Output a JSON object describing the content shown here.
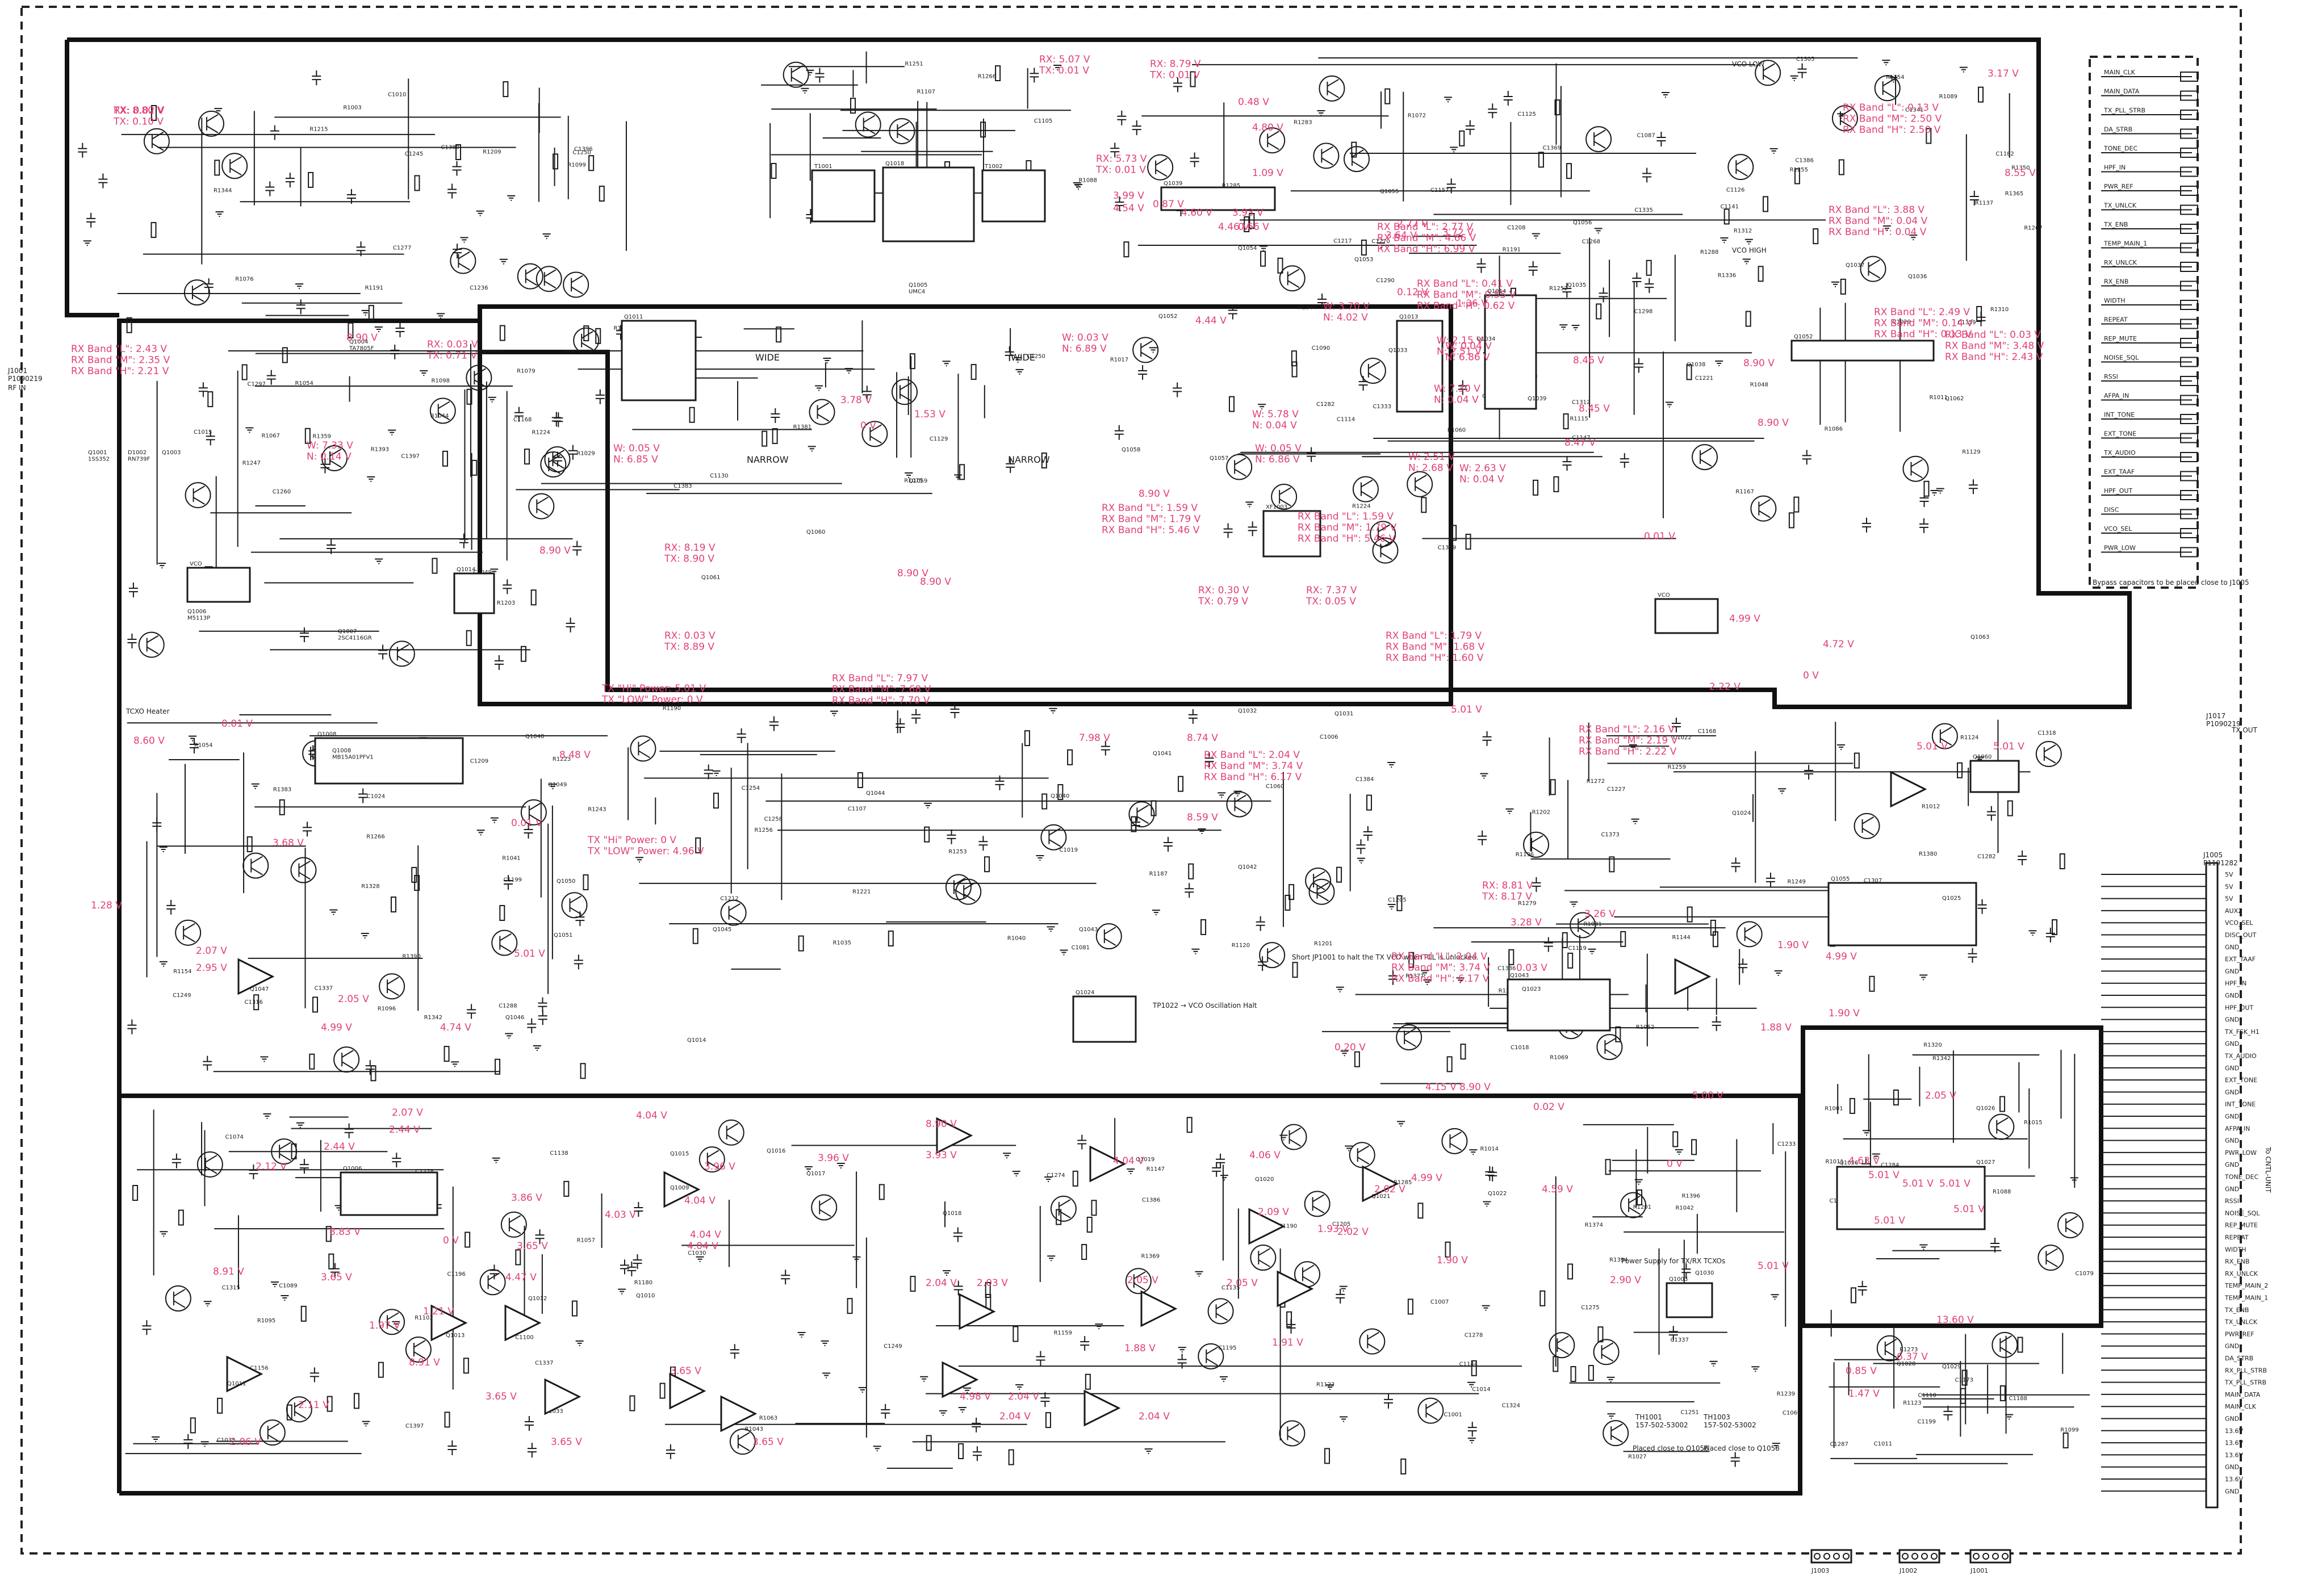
{
  "diagram": {
    "title": "",
    "annotations": [
      "RX: 5.07 V\nTX: 0.01 V",
      "RX: 8.79 V\nTX: 0.01 V",
      "RX: 5.73 V\nTX: 0.01 V",
      "RX Band \"L\": 0.13 V\nRX Band \"M\": 2.50 V\nRX Band \"H\": 2.50 V",
      "RX Band \"L\": 3.88 V\nRX Band \"M\": 0.04 V\nRX Band \"H\": 0.04 V",
      "RX Band \"L\": 2.49 V\nRX Band \"M\": 0.14 V\nRX Band \"H\": 0.13 V",
      "RX Band \"L\": 0.03 V\nRX Band \"M\": 3.48 V\nRX Band \"H\": 2.43 V",
      "RX Band \"L\": 2.43 V\nRX Band \"M\": 2.35 V\nRX Band \"H\": 2.21 V",
      "RX Band \"L\": 0.41 V\nRX Band \"M\": 0.55 V\nRX Band \"H\": 0.62 V",
      "RX: 0.03 V\nTX: 0.71 V",
      "W: 7.33 V\nN: 0.14 V",
      "W: 0.05 V\nN: 6.85 V",
      "RX Band \"L\": 2.77 V\nRX Band \"M\": 4.66 V\nRX Band \"H\": 6.99 V",
      "W: 0.03 V\nN: 6.89 V",
      "W: 3.70 V\nN: 4.02 V",
      "W: 2.15 V\nN: 2.51 V",
      "W: 0.04 V\nN: 6.86 V",
      "W: 7.30 V\nN: 0.04 V",
      "W: 5.78 V\nN: 0.04 V",
      "W: 0.05 V\nN: 6.86 V",
      "W: 2.51 V\nN: 2.68 V",
      "W: 2.63 V\nN: 0.04 V",
      "RX Band \"L\": 1.59 V\nRX Band \"M\": 1.79 V\nRX Band \"H\": 5.46 V",
      "RX Band \"L\": 1.59 V\nRX Band \"M\": 1.79 V\nRX Band \"H\": 5.46 V",
      "RX: 0.30 V\nTX: 0.79 V",
      "RX: 7.37 V\nTX: 0.05 V",
      "RX: 8.19 V\nTX: 8.90 V",
      "RX: 0.03 V\nTX: 8.89 V",
      "RX Band \"L\": 7.97 V\nRX Band \"M\": 7.68 V\nRX Band \"H\": 7.70 V",
      "RX Band \"L\": 1.79 V\nRX Band \"M\": 1.68 V\nRX Band \"H\": 1.60 V",
      "RX Band \"L\": 2.16 V\nRX Band \"M\": 2.19 V\nRX Band \"H\": 2.22 V",
      "TX \"Hi\" Power: 5.01 V\nTX \"LOW\" Power: 0 V",
      "TX \"Hi\" Power: 0 V\nTX \"LOW\" Power: 4.96 V",
      "RX Band \"L\": 2.04 V\nRX Band \"M\": 3.74 V\nRX Band \"H\": 6.17 V",
      "RX Band \"L\": 2.04 V\nRX Band \"M\": 3.74 V\nRX Band \"H\": 6.17 V",
      "RX: 8.81 V\nTX: 8.17 V",
      "RX: 0.02 V\nTX: 0.10 V",
      "TX: 8.80 V"
    ],
    "voltages": [
      "3.17 V",
      "8.55 V",
      "0.48 V",
      "4.80 V",
      "1.09 V",
      "0.87 V",
      "3.99 V",
      "4.54 V",
      "4.60 V",
      "3.93 V",
      "4.46 V",
      "0.66 V",
      "3.64 V",
      "2.77 V",
      "3.72 V",
      "1.36 V",
      "4.44 V",
      "0.12 V",
      "8.46 V",
      "8.90 V",
      "8.90 V",
      "8.45 V",
      "8.47 V",
      "0.01 V",
      "4.99 V",
      "4.72 V",
      "2.22 V",
      "0 V",
      "8.90 V",
      "3.78 V",
      "1.53 V",
      "0 V",
      "8.90 V",
      "8.90 V",
      "8.90 V",
      "8.60 V",
      "0.01 V",
      "8.90 V",
      "8.48 V",
      "0.01 V",
      "7.98 V",
      "8.74 V",
      "8.59 V",
      "5.01 V",
      "3.68 V",
      "1.28 V",
      "2.07 V",
      "2.95 V",
      "2.05 V",
      "4.99 V",
      "5.01 V",
      "4.74 V",
      "3.28 V",
      "0.03 V",
      "3.26 V",
      "1.90 V",
      "4.99 V",
      "1.90 V",
      "1.88 V",
      "0.20 V",
      "4.15 V",
      "8.90 V",
      "0.02 V",
      "5.00 V",
      "4.59 V",
      "0 V",
      "2.05 V",
      "5.01 V",
      "5.01 V",
      "4.63 V",
      "5.01 V",
      "5.01 V",
      "5.01 V",
      "2.07 V",
      "2.44 V",
      "2.44 V",
      "2.12 V",
      "3.86 V",
      "8.83 V",
      "0 V",
      "3.65 V",
      "4.47 V",
      "1.21 V",
      "8.91 V",
      "3.65 V",
      "1.97 V",
      "8.91 V",
      "2.11 V",
      "2.06 V",
      "3.65 V",
      "3.65 V",
      "3.65 V",
      "3.65 V",
      "4.04 V",
      "3.96 V",
      "4.04 V",
      "4.04 V",
      "4.03 V",
      "4.04 V",
      "8.90 V",
      "3.93 V",
      "3.96 V",
      "4.04 V",
      "4.06 V",
      "2.09 V",
      "1.93 V",
      "2.02 V",
      "4.99 V",
      "2.02 V",
      "1.90 V",
      "2.04 V",
      "2.03 V",
      "2.05 V",
      "2.05 V",
      "1.88 V",
      "1.91 V",
      "4.98 V",
      "2.04 V",
      "2.04 V",
      "2.04 V",
      "2.90 V",
      "5.01 V",
      "1.47 V",
      "0.85 V",
      "6.37 V",
      "13.60 V",
      "5.01 V",
      "5.01 V"
    ],
    "blocks": [
      {
        "label": "WIDE"
      },
      {
        "label": "WIDE"
      },
      {
        "label": "NARROW"
      },
      {
        "label": "NARROW"
      },
      {
        "label": "VCO HIGH"
      },
      {
        "label": "VCO LOW"
      },
      {
        "label": "TCXO Heater"
      },
      {
        "label": "Power Supply for TX/RX TCXOs"
      }
    ],
    "ports": {
      "left": [
        "J1001\nP1090219",
        "RF IN"
      ],
      "right_top": [
        "J1017\nP1090219",
        "TX OUT"
      ],
      "bypass_note": "Bypass capacitors to be placed close to J1005",
      "right_conn": "J1005\nP1191282",
      "cntl_unit": "To CNTL-UNIT",
      "bottom": [
        "J1003",
        "J1002",
        "J1001"
      ]
    },
    "connector_top_pins": [
      "MAIN_CLK",
      "MAIN_DATA",
      "TX_PLL_STRB",
      "DA_STRB",
      "TONE_DEC",
      "HPF_IN",
      "PWR_REF",
      "TX_UNLCK",
      "TX_ENB",
      "TEMP_MAIN_1",
      "RX_UNLCK",
      "RX_ENB",
      "WIDTH",
      "REPEAT",
      "REP_MUTE",
      "NOISE_SQL",
      "RSSI",
      "AFPA_IN",
      "INT_TONE",
      "EXT_TONE",
      "TX_AUDIO",
      "EXT_TAAF",
      "HPF_OUT",
      "DISC",
      "VCO_SEL",
      "PWR_LOW"
    ],
    "connector_right_pins": [
      "5V",
      "5V",
      "5V",
      "AUX2",
      "VCO_SEL",
      "DISC_OUT",
      "GND",
      "EXT_TAAF",
      "GND",
      "HPF_IN",
      "GND",
      "HPF_OUT",
      "GND",
      "TX_FSK_H1",
      "GND",
      "TX_AUDIO",
      "GND",
      "EXT_TONE",
      "GND",
      "INT_TONE",
      "GND",
      "AFPA_IN",
      "GND",
      "PWR_LOW",
      "GND",
      "TONE_DEC",
      "GND",
      "RSSI",
      "NOISE_SQL",
      "REP_MUTE",
      "REPEAT",
      "WIDTH",
      "RX_ENB",
      "RX_UNLCK",
      "TEMP_MAIN_2",
      "TEMP_MAIN_1",
      "TX_ENB",
      "TX_UNLCK",
      "PWR_REF",
      "GND",
      "DA_STRB",
      "RX_PLL_STRB",
      "TX_PLL_STRB",
      "MAIN_DATA",
      "MAIN_CLK",
      "GND",
      "13.6V",
      "13.6V",
      "13.6V",
      "GND",
      "13.6V",
      "GND"
    ],
    "components": [
      "Q1001\n1SS352",
      "D1002\nRN739F",
      "Q1003",
      "Q1004\nTA7805F",
      "Q1005\nUMC4",
      "Q1006\nM5113P",
      "Q1007\n2SC4116GR",
      "Q1008\nMB15A01PFV1",
      "Q1009",
      "Q1010",
      "Q1011",
      "Q1012",
      "Q1013",
      "Q1014",
      "Q1015",
      "Q1016",
      "Q1017",
      "Q1018",
      "Q1019",
      "Q1020",
      "Q1021",
      "Q1022",
      "Q1023",
      "Q1024",
      "Q1025",
      "Q1026",
      "Q1027",
      "Q1028",
      "Q1029",
      "Q1030",
      "Q1031",
      "Q1032",
      "Q1033",
      "Q1034",
      "Q1035",
      "Q1036",
      "Q1037",
      "Q1038",
      "Q1039",
      "Q1040",
      "Q1041",
      "Q1042",
      "Q1043",
      "Q1044",
      "Q1045",
      "Q1046",
      "Q1047",
      "Q1048",
      "Q1049",
      "Q1050",
      "Q1051",
      "Q1052",
      "Q1053",
      "Q1054",
      "Q1055",
      "Q1056",
      "Q1057",
      "Q1058",
      "Q1059",
      "Q1060",
      "Q1061",
      "Q1062",
      "Q1063"
    ],
    "notes": [
      "Short JP1001 to halt the TX VCO when PLL is unlocked.",
      "TP1022 → VCO Oscillation Halt",
      "Placed close to Q1056",
      "Placed close to Q1058",
      "TH1001\n157-502-53002",
      "TH1003\n157-502-53002"
    ]
  }
}
